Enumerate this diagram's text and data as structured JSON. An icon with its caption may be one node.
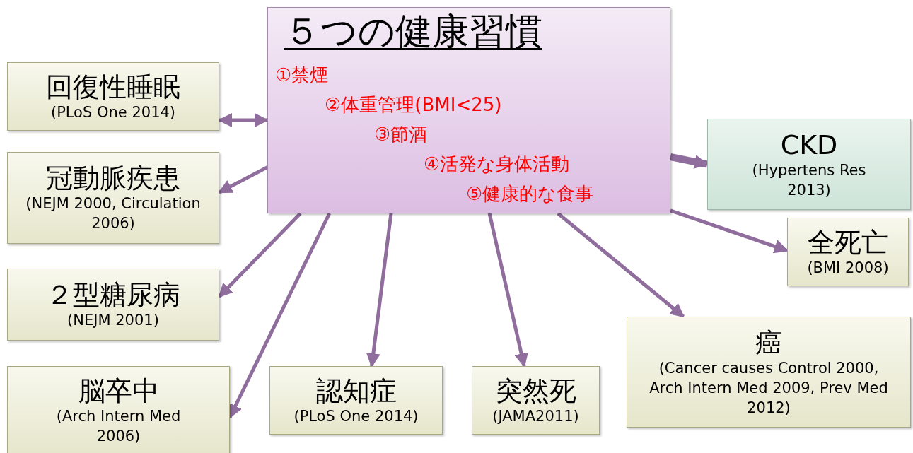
{
  "diagram": {
    "nodes": [
      {
        "text": [
          "５つの健康習慣",
          "①禁煙",
          "②体重管理(BMI<25)",
          "③節酒",
          "④活発な身体活動",
          "⑤健康的な食事"
        ]
      },
      {
        "text": [
          "回復性睡眠",
          "(PLoS One 2014)"
        ]
      },
      {
        "text": [
          "冠動脈疾患",
          "(NEJM 2000, Circulation 2006)"
        ]
      },
      {
        "text": [
          "２型糖尿病",
          "(NEJM 2001)"
        ]
      },
      {
        "text": [
          "脳卒中",
          "(Arch Intern Med 2006)"
        ]
      },
      {
        "text": [
          "認知症",
          "(PLoS One 2014)"
        ]
      },
      {
        "text": [
          "突然死",
          "(JAMA2011)"
        ]
      },
      {
        "text": [
          "癌",
          "(Cancer causes Control 2000, Arch Intern Med 2009, Prev Med 2012)"
        ]
      },
      {
        "text": [
          "CKD",
          "(Hypertens Res 2013)"
        ]
      },
      {
        "text": [
          "全死亡",
          "(BMI 2008)"
        ]
      }
    ],
    "edges": [
      {
        "from": 0,
        "to": 1,
        "arrow": "both"
      },
      {
        "from": 0,
        "to": 2,
        "arrow": "to"
      },
      {
        "from": 0,
        "to": 3,
        "arrow": "to"
      },
      {
        "from": 0,
        "to": 4,
        "arrow": "to"
      },
      {
        "from": 0,
        "to": 5,
        "arrow": "to"
      },
      {
        "from": 0,
        "to": 6,
        "arrow": "to"
      },
      {
        "from": 0,
        "to": 7,
        "arrow": "to"
      },
      {
        "from": 0,
        "to": 8,
        "arrow": "to",
        "style": "thick"
      },
      {
        "from": 0,
        "to": 9,
        "arrow": "to"
      }
    ]
  }
}
